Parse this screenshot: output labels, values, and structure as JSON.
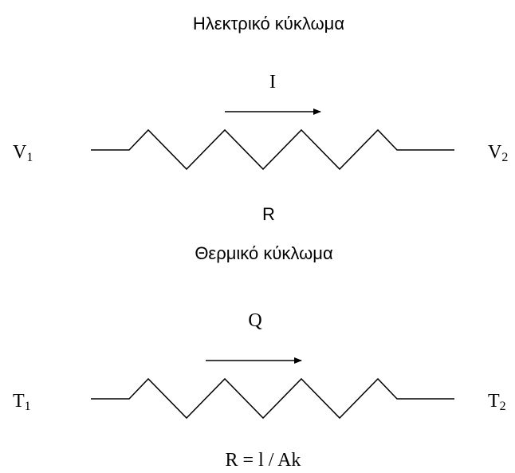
{
  "electrical": {
    "title": "Ηλεκτρικό κύκλωμα",
    "current_label": "I",
    "left_node": {
      "base": "V",
      "sub": "1"
    },
    "right_node": {
      "base": "V",
      "sub": "2"
    },
    "resistance_label": "R"
  },
  "thermal": {
    "title": "Θερμικό κύκλωμα",
    "flow_label": "Q",
    "left_node": {
      "base": "T",
      "sub": "1"
    },
    "right_node": {
      "base": "T",
      "sub": "2"
    },
    "resistance_formula": "R = l / Ak"
  },
  "colors": {
    "stroke": "#000000",
    "background": "#ffffff"
  }
}
